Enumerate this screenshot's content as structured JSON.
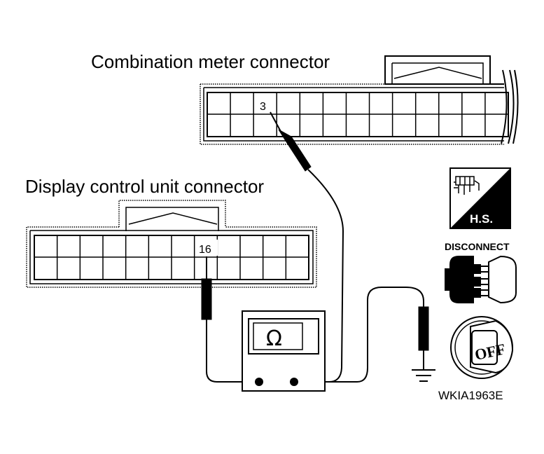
{
  "labels": {
    "combination_meter_connector": "Combination meter  connector",
    "display_control_unit_connector": "Display control unit  connector",
    "pin_combination": "3",
    "pin_display": "16",
    "ohm_symbol": "Ω",
    "hs_badge": "H.S.",
    "disconnect": "DISCONNECT",
    "ignition": "OFF",
    "figure_code": "WKIA1963E"
  },
  "icons": [
    "harness-side-icon",
    "disconnect-connector-icon",
    "ignition-off-icon",
    "ground-icon",
    "ohmmeter-icon"
  ]
}
